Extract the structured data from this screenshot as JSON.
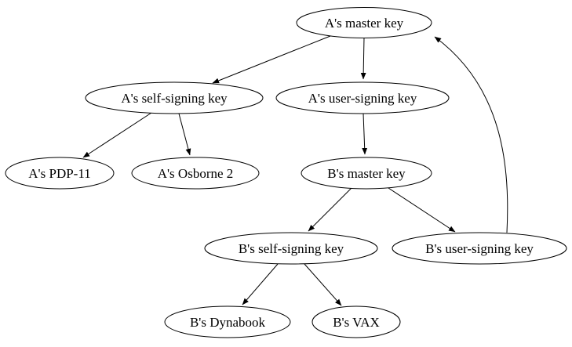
{
  "diagram": {
    "type": "directed-graph",
    "background_color": "#ffffff",
    "node_fill": "#ffffff",
    "node_stroke": "#000000",
    "edge_color": "#000000",
    "nodes": [
      {
        "id": "a-master-key",
        "label": "A's master key"
      },
      {
        "id": "a-self-signing-key",
        "label": "A's self-signing key"
      },
      {
        "id": "a-user-signing-key",
        "label": "A's user-signing key"
      },
      {
        "id": "a-pdp-11",
        "label": "A's PDP-11"
      },
      {
        "id": "a-osborne-2",
        "label": "A's Osborne 2"
      },
      {
        "id": "b-master-key",
        "label": "B's master key"
      },
      {
        "id": "b-self-signing-key",
        "label": "B's self-signing key"
      },
      {
        "id": "b-user-signing-key",
        "label": "B's user-signing key"
      },
      {
        "id": "b-dynabook",
        "label": "B's Dynabook"
      },
      {
        "id": "b-vax",
        "label": "B's VAX"
      }
    ],
    "edges": [
      {
        "from": "a-master-key",
        "to": "a-self-signing-key"
      },
      {
        "from": "a-master-key",
        "to": "a-user-signing-key"
      },
      {
        "from": "a-self-signing-key",
        "to": "a-pdp-11"
      },
      {
        "from": "a-self-signing-key",
        "to": "a-osborne-2"
      },
      {
        "from": "a-user-signing-key",
        "to": "b-master-key"
      },
      {
        "from": "b-master-key",
        "to": "b-self-signing-key"
      },
      {
        "from": "b-master-key",
        "to": "b-user-signing-key"
      },
      {
        "from": "b-self-signing-key",
        "to": "b-dynabook"
      },
      {
        "from": "b-self-signing-key",
        "to": "b-vax"
      },
      {
        "from": "b-user-signing-key",
        "to": "a-master-key"
      }
    ]
  }
}
